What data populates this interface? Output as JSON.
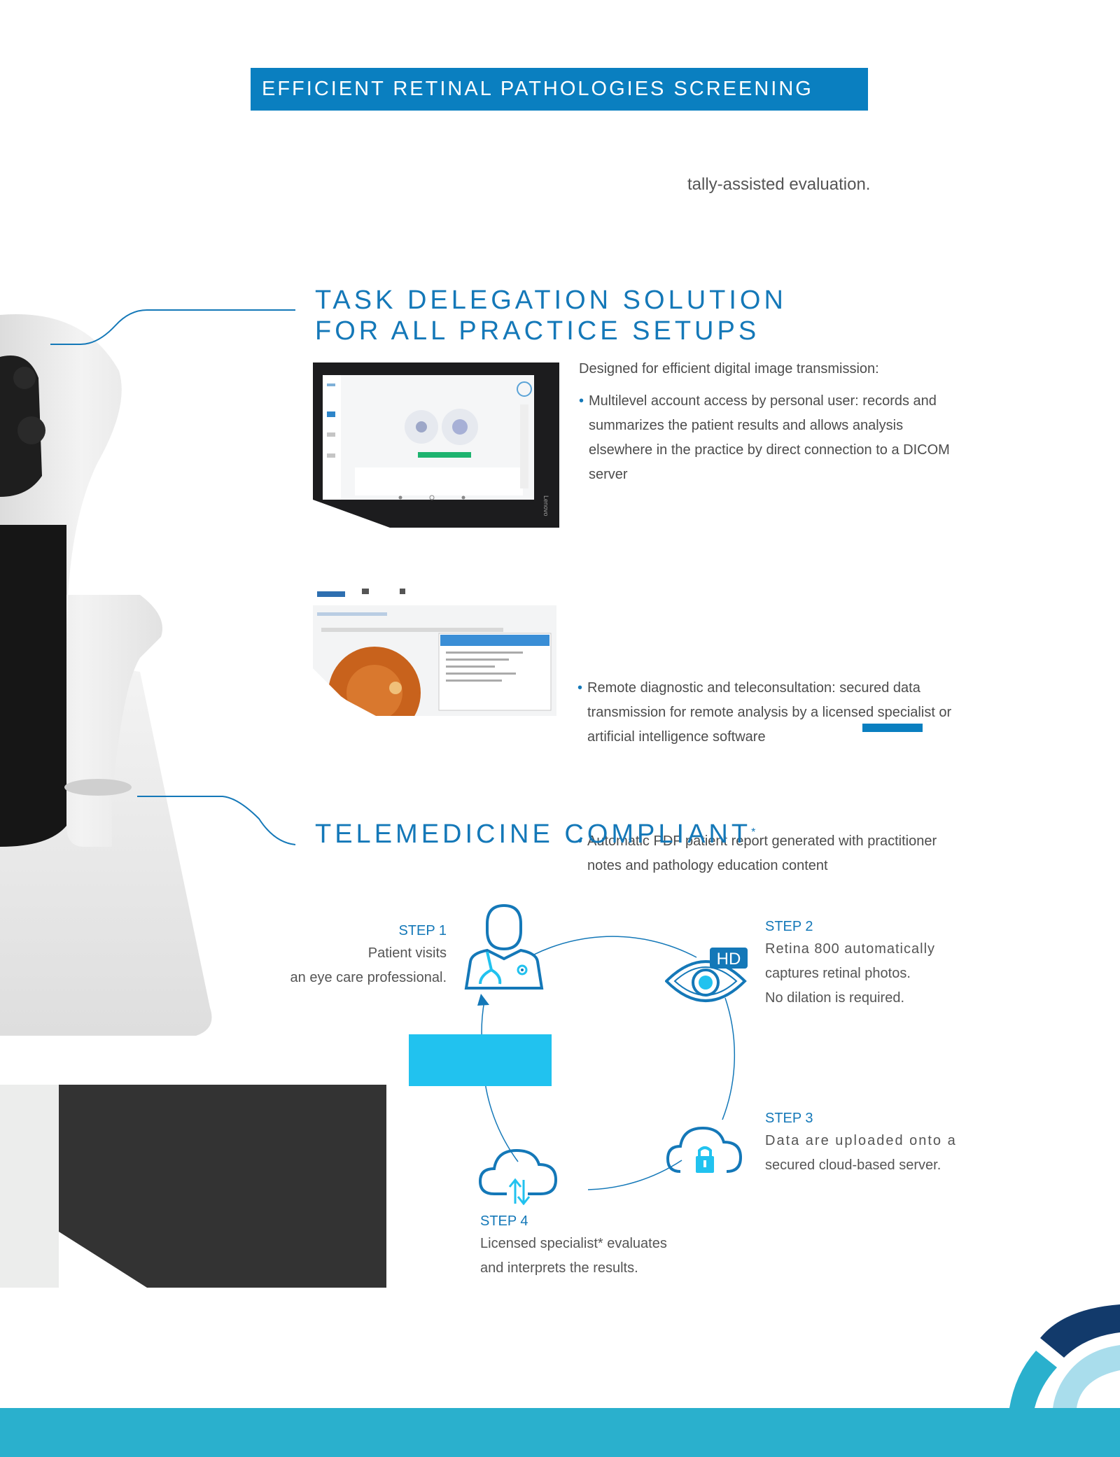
{
  "banner": {
    "title": "EFFICIENT RETINAL PATHOLOGIES SCREENING"
  },
  "intro": {
    "text": "tally-assisted evaluation."
  },
  "task_section": {
    "heading_line1": "TASK DELEGATION SOLUTION",
    "heading_line2": "FOR ALL PRACTICE SETUPS",
    "intro": "Designed for efficient digital image transmission:",
    "bullets": [
      "Multilevel account access by personal user: records and summarizes the patient results and allows analysis elsewhere in the practice by direct connection to a DICOM server",
      "Remote diagnostic and teleconsultation: secured data transmission for remote analysis by a licensed specialist or artificial intelligence software",
      "Automatic PDF patient report generated with practitioner notes and pathology education content"
    ],
    "tablet_brand": "Lenovo"
  },
  "telemedicine": {
    "heading": "TELEMEDICINE COMPLIANT",
    "asterisk": "*",
    "hd_badge": "HD",
    "steps": [
      {
        "label": "STEP 1",
        "lines": [
          "Patient visits",
          "an eye care professional."
        ]
      },
      {
        "label": "STEP 2",
        "lines": [
          "Retina 800 automatically",
          "captures retinal photos.",
          "No dilation is required."
        ]
      },
      {
        "label": "STEP 3",
        "lines": [
          "Data are uploaded onto a",
          "secured cloud-based server."
        ]
      },
      {
        "label": "STEP 4",
        "lines": [
          "Licensed specialist* evaluates",
          "and interprets the results."
        ]
      }
    ]
  },
  "colors": {
    "brand_blue": "#0a7fc0",
    "heading_blue": "#1478b8",
    "cyan": "#21c2ef",
    "footer": "#2ab0cd",
    "navy": "#123a6b"
  }
}
